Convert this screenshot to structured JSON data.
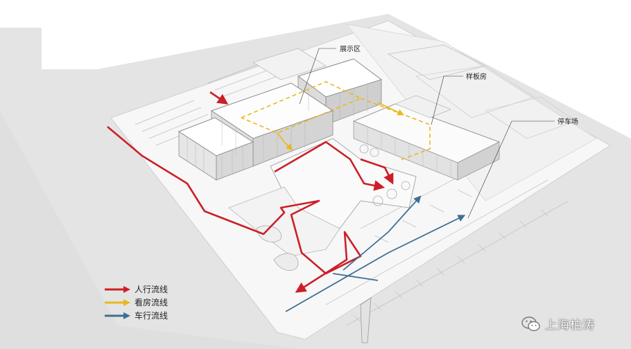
{
  "callouts": {
    "exhibition": "展示区",
    "sample_house": "样板房",
    "parking": "停车场"
  },
  "legend": [
    {
      "label": "人行流线",
      "color": "#cc1f26",
      "icon": "red-arrow-icon"
    },
    {
      "label": "看房流线",
      "color": "#e8b81e",
      "icon": "yellow-arrow-icon"
    },
    {
      "label": "车行流线",
      "color": "#3f6f92",
      "icon": "blue-arrow-icon"
    }
  ],
  "colors": {
    "pedestrian": "#cc1f26",
    "viewing": "#e8b81e",
    "vehicle": "#3f6f92",
    "ground": "#e4e4e4",
    "site": "#f7f7f7"
  },
  "watermark": {
    "text": "上海柏涛",
    "icon": "wechat-icon"
  }
}
